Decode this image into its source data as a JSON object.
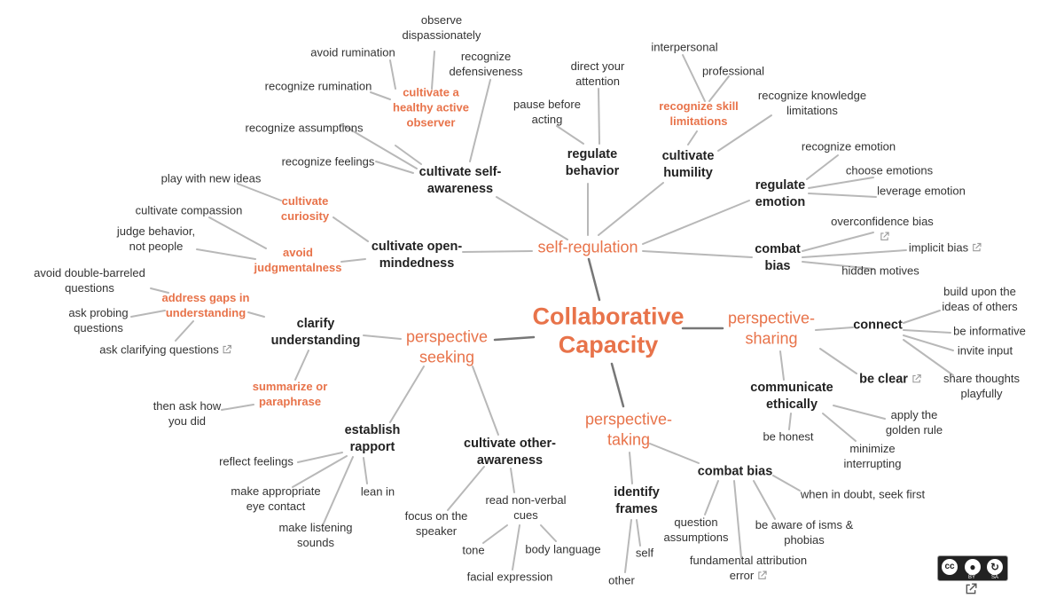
{
  "title": "Collaborative Capacity",
  "branches": {
    "self_regulation": "self-regulation",
    "perspective_sharing": "perspective-sharing",
    "perspective_seeking": "perspective seeking",
    "perspective_taking": "perspective-taking"
  },
  "nodes": {
    "cultivate_self_awareness": "cultivate self-awareness",
    "cultivate_healthy_observer": "cultivate a healthy active observer",
    "observe_dispassionately": "observe dispassionately",
    "avoid_rumination": "avoid rumination",
    "recognize_rumination": "recognize rumination",
    "recognize_defensiveness": "recognize defensiveness",
    "recognize_assumptions": "recognize assumptions",
    "recognize_feelings": "recognize feelings",
    "regulate_behavior": "regulate behavior",
    "direct_attention": "direct your attention",
    "pause_before_acting": "pause before acting",
    "cultivate_humility": "cultivate humility",
    "recognize_skill_limitations": "recognize skill limitations",
    "interpersonal": "interpersonal",
    "professional": "professional",
    "recognize_knowledge_limitations": "recognize knowledge limitations",
    "regulate_emotion": "regulate emotion",
    "recognize_emotion": "recognize emotion",
    "choose_emotions": "choose emotions",
    "leverage_emotion": "leverage emotion",
    "combat_bias_sr": "combat bias",
    "overconfidence_bias": "overconfidence bias",
    "implicit_bias": "implicit bias",
    "hidden_motives": "hidden motives",
    "cultivate_open_mindedness": "cultivate open-mindedness",
    "cultivate_curiosity": "cultivate curiosity",
    "play_with_new_ideas": "play with new ideas",
    "avoid_judgmentalness": "avoid judgmentalness",
    "cultivate_compassion": "cultivate compassion",
    "judge_behavior": "judge behavior, not people",
    "connect": "connect",
    "build_upon_ideas": "build upon the ideas of others",
    "be_informative": "be informative",
    "invite_input": "invite input",
    "share_thoughts": "share thoughts playfully",
    "be_clear": "be clear",
    "communicate_ethically": "communicate ethically",
    "apply_golden_rule": "apply the golden rule",
    "be_honest": "be honest",
    "minimize_interrupting": "minimize interrupting",
    "clarify_understanding": "clarify understanding",
    "address_gaps": "address gaps in understanding",
    "avoid_double_barreled": "avoid double-barreled questions",
    "ask_probing": "ask probing questions",
    "ask_clarifying": "ask clarifying questions",
    "summarize_paraphrase": "summarize or paraphrase",
    "then_ask_how": "then ask how you did",
    "establish_rapport": "establish rapport",
    "reflect_feelings": "reflect feelings",
    "eye_contact": "make appropriate eye contact",
    "listening_sounds": "make listening sounds",
    "lean_in": "lean in",
    "cultivate_other_awareness": "cultivate other-awareness",
    "focus_on_speaker": "focus on the speaker",
    "read_nonverbal": "read non-verbal cues",
    "tone": "tone",
    "facial_expression": "facial expression",
    "body_language": "body language",
    "identify_frames": "identify frames",
    "self": "self",
    "other": "other",
    "combat_bias_pt": "combat bias",
    "when_in_doubt": "when in doubt, seek first",
    "question_assumptions": "question assumptions",
    "be_aware_isms": "be aware of isms & phobias",
    "fundamental_attribution": "fundamental attribution error"
  },
  "license": {
    "cc": "cc",
    "by": "BY",
    "sa": "SA"
  },
  "colors": {
    "accent": "#e8734a",
    "text": "#222222",
    "leaf": "#333333",
    "line": "#b8b8b8"
  }
}
